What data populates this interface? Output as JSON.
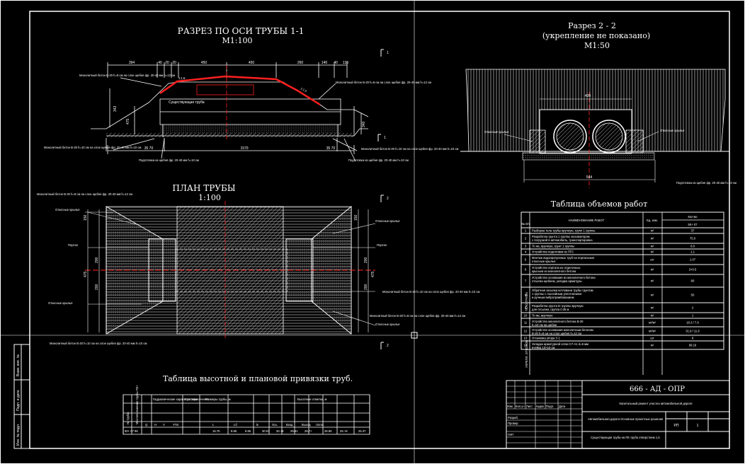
{
  "section_1": {
    "title": "РАЗРЕЗ ПО ОСИ ТРУБЫ 1-1",
    "scale": "М1:100",
    "dims_top": [
      "394",
      "40",
      "20",
      "20",
      "450",
      "450",
      "260",
      "140",
      "40",
      "136"
    ],
    "dim_total": "1570",
    "dim_left": "35 70",
    "dim_right": "35 70",
    "h_left": "343",
    "h_mid": "475",
    "h_mid2": "340",
    "label_pipe": "Существующая труба",
    "slope_l": "1:1.5",
    "slope_r": "1:1.5",
    "note_tl": "Монолитный бетон В-20 h=8 см\nна слое щебня фр. 20-40 мм h=12 см",
    "note_tr": "Монолитный бетон В-20 h=8 см\nна слое щебня фр. 20-40 мм h=12 см",
    "note_bl": "Монолитный бетон В-20 h=10 см\nна слое щебня фр. 20-40 мм h=10 см",
    "note_br": "Монолитный бетон В-20 h=10 см\nна слое щебня фр. 20-40 мм h=10 см",
    "note_b1": "Подготовка из щебня\nфр. 20-40 мм h=10 см",
    "note_b2": "Подготовка из щебня\nфр. 20-40 мм h=10 см"
  },
  "section_2": {
    "title": "Разрез 2 - 2",
    "subtitle": "(укрепление не показано)",
    "scale": "М1:50",
    "dim_top": "400",
    "dim_bottom": "544",
    "lbl_l": "Откосные крылья",
    "lbl_r": "Откосные крылья",
    "note": "Подготовка из щебня\nфр. 20-40 мм h=10 см"
  },
  "plan": {
    "title": "ПЛАН ТРУБЫ",
    "scale": "1:100",
    "lbl_wings_tl": "Откосные крылья",
    "lbl_wings_tr": "Откосные крылья",
    "lbl_portal_l": "Портал",
    "lbl_portal_r": "Портал",
    "lbl_wings_bl": "Откосные крылья",
    "lbl_wings_br": "Откосные крылья",
    "dims_left": [
      "150",
      "200",
      "200",
      "475"
    ],
    "dims_right": [
      "150",
      "200",
      "200",
      "475"
    ],
    "note_tl": "Монолитный бетон В-20 h=8 см\nна слое щебня фр. 20-40 мм h=12 см",
    "note_br1": "Монолитный бетон В-20 h=10 см\nна слое щебня фр. 20-40 мм h=10 см",
    "note_br2": "Монолитный бетон В-20 h=8 см\nна слое щебня фр. 20-40 мм h=12 см",
    "note_bl": "Монолитный бетон В-20 h=10 см\nна слое щебня фр. 20-40 мм h=10 см"
  },
  "marks": {
    "a": "1",
    "b": "1",
    "c": "2",
    "d": "2"
  },
  "volumes": {
    "title": "Таблица объемов работ",
    "headers": [
      "№ п/п",
      "НАИМЕНОВАНИЕ РАБОТ",
      "Ед. изм.",
      "Кол-во",
      "50+ 07"
    ],
    "group_1": "ТЕЛО ТРУБЫ",
    "group_2": "УКРЕПЛ. ОТКОСОВ",
    "rows": [
      {
        "n": "1",
        "name": "Разборка тела трубы вручную, групп 1 группы",
        "u": "м³",
        "q": "37"
      },
      {
        "n": "2",
        "name": "Разработка грунта 1 группы экскаватором\nс погрузкой в автомобиль, транспортировка",
        "u": "м³",
        "q": "75.0"
      },
      {
        "n": "3",
        "name": "То же, вручную, грунт 1 группы",
        "u": "м³",
        "q": "6.0"
      },
      {
        "n": "4",
        "name": "Устройство подготовки из ПГС",
        "u": "м³",
        "q": "1.1"
      },
      {
        "n": "5",
        "name": "Монтаж водопропускных труб на портальные\nоткосные крылья",
        "u": "шт",
        "q": "1.07"
      },
      {
        "n": "6",
        "name": "Устройство портала из отделочных\nкрыльев из монолитного бетона",
        "u": "м³",
        "q": "2×0.5"
      },
      {
        "n": "7",
        "name": "Устройство основания из монолитного бетона\nотсыпка щебнем, укладка арматуры",
        "u": "м³",
        "q": "60"
      },
      {
        "n": "8",
        "name": "Обратная засыпка котлована трубы грунтом\n1 группы с послойным уплотнением\nи ручным вибротрамбованием",
        "u": "м³",
        "q": "50"
      },
      {
        "n": "9",
        "name": "Разработка грунта III группы вручную\nдля отсыпки, группа 0.35 м",
        "u": "м³",
        "q": "2"
      },
      {
        "n": "10",
        "name": "То же, вручную",
        "u": "м³",
        "q": "1"
      },
      {
        "n": "11",
        "name": "Устройство монолитного бетона В-20\nh=10 см на щебне",
        "u": "м²/м³",
        "q": "16.3 / 7.9"
      },
      {
        "n": "12",
        "name": "Устройство основания монолитным бетоном\nВ-20 h=8 см на слое щебня h=12 см",
        "u": "м²/м³",
        "q": "31.9 / 11.6"
      },
      {
        "n": "13",
        "name": "Установка упора У-1",
        "u": "шт",
        "q": "6"
      },
      {
        "n": "14",
        "name": "Укладка арматурной сетки С7-А1 d=6 мм\nячейка 10×10 см",
        "u": "м²",
        "q": "99.16"
      }
    ]
  },
  "binding": {
    "title": "Таблица высотной и плановой привязки труб.",
    "h": [
      "№ трубы",
      "Местоположение трубы ПК+",
      "Гидравлические характеристики",
      "Угол пересечения",
      "Размеры трубы, м",
      "Высотные отметки, м"
    ],
    "sub": [
      "Q",
      "H",
      "V",
      "УТВ",
      "L",
      "Lб",
      "lк",
      "Ось",
      "Вход",
      "Выход",
      "Лоток"
    ],
    "row": [
      "50+ 07",
      "96",
      "",
      "",
      "",
      "",
      "15.70",
      "8.85",
      "8.85",
      "30.57",
      "30.+5",
      "29.91",
      "26.7+",
      "26.60",
      "25.+8",
      "25.37"
    ]
  },
  "stamp": {
    "code": "666 - АД - ОПР",
    "object": "Капитальный ремонт участка автомобильной дороги",
    "desc": "Автомобильная дорога\nОсновные проектные решения",
    "sheet_title": "Существующая труба на ПК\nтруба отверстием 1,5",
    "stage": "РП",
    "sheet": "1",
    "roles": [
      "Разраб.",
      "Провер.",
      "ГИП"
    ],
    "cols": [
      "Изм.",
      "Кол.уч",
      "Лист",
      "№док",
      "Подп.",
      "Дата"
    ]
  },
  "side_stamp": [
    "Взам. инв. №",
    "Подп. и дата",
    "Инв. № подл."
  ],
  "colors": {
    "bg": "#000000",
    "line": "#ffffff",
    "axis": "#ff2020",
    "hatch": "#bfbfbf"
  }
}
